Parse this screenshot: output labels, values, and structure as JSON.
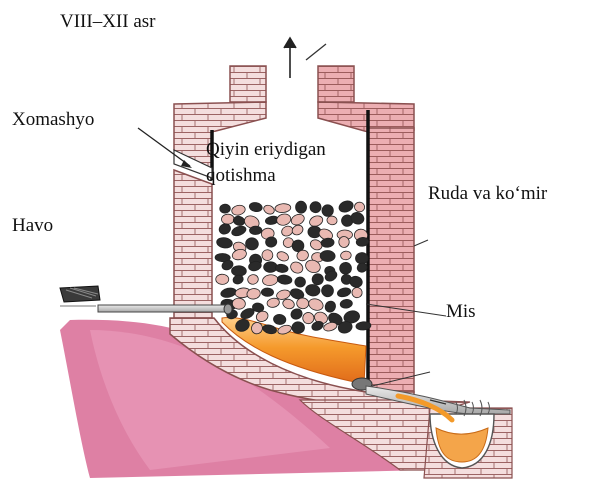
{
  "labels": {
    "title": "VIII–XII asr",
    "raw_material": "Xomashyo",
    "air": "Havo",
    "alloy_line1": "Qiyin eriydigan",
    "alloy_line2": "qotishma",
    "ore_and_coal": "Ruda va koʻmir",
    "copper": "Mis"
  },
  "colors": {
    "brick_fill": "#f2d8d8",
    "brick_line": "#9a5a5a",
    "brick_red": "#e79aa0",
    "ground_pink": "#d65a8a",
    "molten_orange": "#f39a2a",
    "molten_light": "#ffd6a0",
    "ore_dark": "#2a2a2a",
    "ore_pink": "#e9b9b2",
    "pipe_gray": "#cfcfcf"
  }
}
